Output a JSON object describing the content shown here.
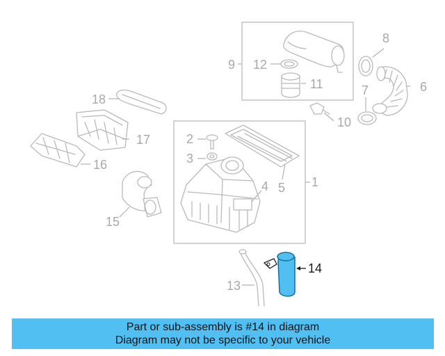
{
  "callouts": {
    "c1": "1",
    "c2": "2",
    "c3": "3",
    "c4": "4",
    "c5": "5",
    "c6": "6",
    "c7": "7",
    "c8": "8",
    "c9": "9",
    "c10": "10",
    "c11": "11",
    "c12": "12",
    "c13": "13",
    "c14": "14",
    "c15": "15",
    "c16": "16",
    "c17": "17",
    "c18": "18"
  },
  "highlight": {
    "part_number": "14",
    "color": "#51bff2"
  },
  "banner": {
    "line1": "Part or sub-assembly is #14 in diagram",
    "line2": "Diagram may not be specific to your vehicle",
    "color": "#51bff2"
  }
}
